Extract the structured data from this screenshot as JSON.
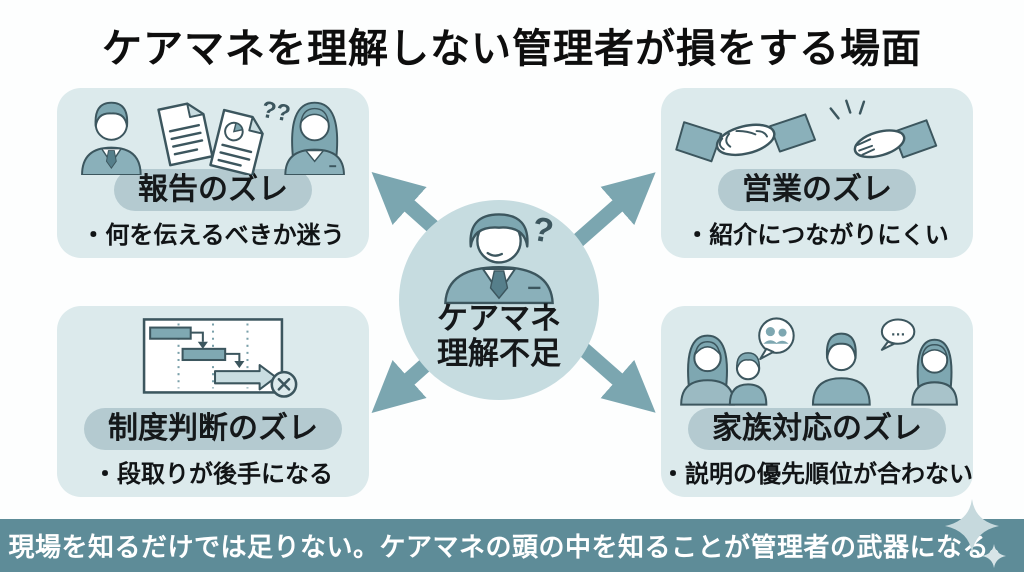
{
  "title": "ケアマネを理解しない管理者が損をする場面",
  "center": {
    "icon": "confused-manager-icon",
    "label_line1": "ケアマネ",
    "label_line2": "理解不足",
    "question_mark": "?"
  },
  "quadrants": [
    {
      "label": "報告のズレ",
      "bullet": "・何を伝えるべきか迷う",
      "icon": "boss-staff-documents-icon",
      "marks": "??"
    },
    {
      "label": "営業のズレ",
      "bullet": "・紹介につながりにくい",
      "icon": "missed-handshake-icon"
    },
    {
      "label": "制度判断のズレ",
      "bullet": "・段取りが後手になる",
      "icon": "gantt-delay-icon"
    },
    {
      "label": "家族対応のズレ",
      "bullet": "・説明の優先順位が合わない",
      "icon": "family-conversation-icon",
      "dots": "…"
    }
  ],
  "banner": {
    "text": "現場を知るだけでは足りない。ケアマネの頭の中を知ることが管理者の武器になる。",
    "icon": "sparkle-icon"
  },
  "colors": {
    "background": "#fdfefe",
    "box_fill": "#dceaec",
    "pill_fill": "#b4cad0",
    "circle_fill": "#c6dce0",
    "arrow": "#7ba6b0",
    "banner_fill": "#5e8c98",
    "banner_text": "#ffffff",
    "outline": "#3c565e",
    "figure_fill": "#8ab0ba",
    "hair_fill": "#7ea7b1",
    "title_text": "#0e0e0e"
  }
}
